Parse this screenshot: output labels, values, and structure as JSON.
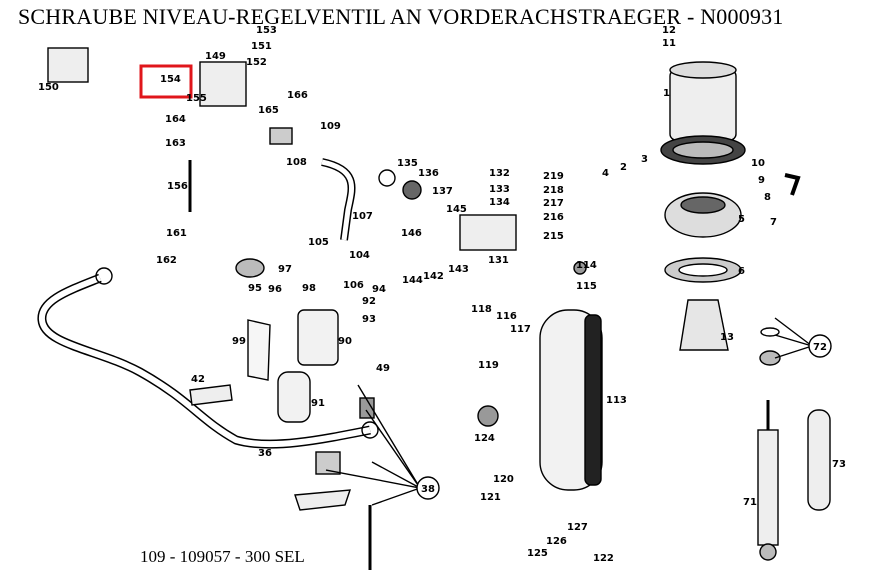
{
  "title": "SCHRAUBE NIVEAU-REGELVENTIL AN VORDERACHSTRAEGER - N000931",
  "footer": "109 - 109057 - 300 SEL",
  "highlight_color": "#e0161b",
  "highlighted_part": "154",
  "part_labels": [
    "1",
    "2",
    "3",
    "4",
    "5",
    "6",
    "7",
    "8",
    "9",
    "10",
    "11",
    "12",
    "13",
    "36",
    "38",
    "42",
    "49",
    "71",
    "72",
    "73",
    "90",
    "91",
    "92",
    "93",
    "94",
    "95",
    "96",
    "97",
    "98",
    "99",
    "104",
    "105",
    "106",
    "107",
    "108",
    "109",
    "113",
    "114",
    "115",
    "116",
    "117",
    "118",
    "119",
    "120",
    "121",
    "122",
    "124",
    "125",
    "126",
    "127",
    "131",
    "132",
    "133",
    "134",
    "135",
    "136",
    "137",
    "142",
    "143",
    "144",
    "145",
    "146",
    "149",
    "150",
    "151",
    "152",
    "153",
    "154",
    "155",
    "156",
    "161",
    "162",
    "163",
    "164",
    "165",
    "166",
    "215",
    "216",
    "217",
    "218",
    "219"
  ]
}
